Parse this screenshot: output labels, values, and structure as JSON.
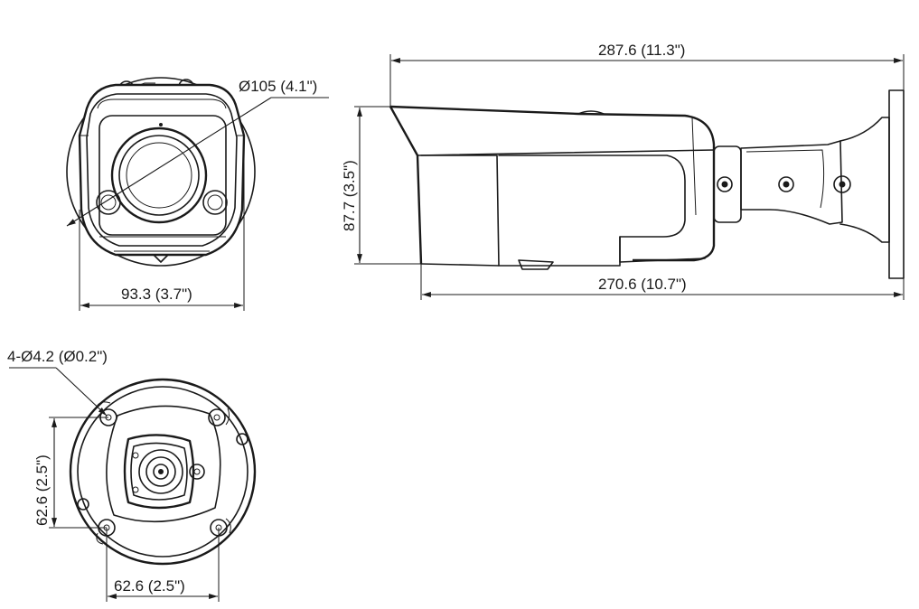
{
  "dimensions": {
    "lens_diameter": "Ø105 (4.1\")",
    "front_width": "93.3 (3.7\")",
    "overall_length": "287.6 (11.3\")",
    "height": "87.7 (3.5\")",
    "body_length": "270.6 (10.7\")",
    "mount_holes": "4-Ø4.2 (Ø0.2\")",
    "mount_vertical_spacing": "62.6 (2.5\")",
    "mount_horizontal_spacing": "62.6 (2.5\")"
  }
}
